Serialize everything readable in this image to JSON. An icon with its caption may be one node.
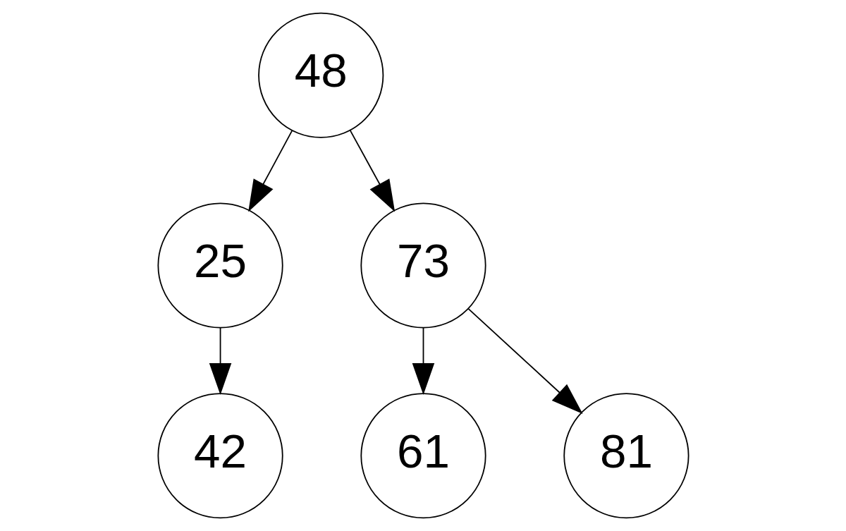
{
  "diagram": {
    "nodes": [
      {
        "text": [
          "48"
        ]
      },
      {
        "text": [
          "25"
        ]
      },
      {
        "text": [
          "73"
        ]
      },
      {
        "text": [
          "42"
        ]
      },
      {
        "text": [
          "61"
        ]
      },
      {
        "text": [
          "81"
        ]
      }
    ],
    "edges": [
      {
        "from": 0,
        "to": 1,
        "arrow": "to"
      },
      {
        "from": 0,
        "to": 2,
        "arrow": "to"
      },
      {
        "from": 1,
        "to": 3,
        "arrow": "to"
      },
      {
        "from": 2,
        "to": 4,
        "arrow": "to"
      },
      {
        "from": 2,
        "to": 5,
        "arrow": "to"
      }
    ]
  }
}
